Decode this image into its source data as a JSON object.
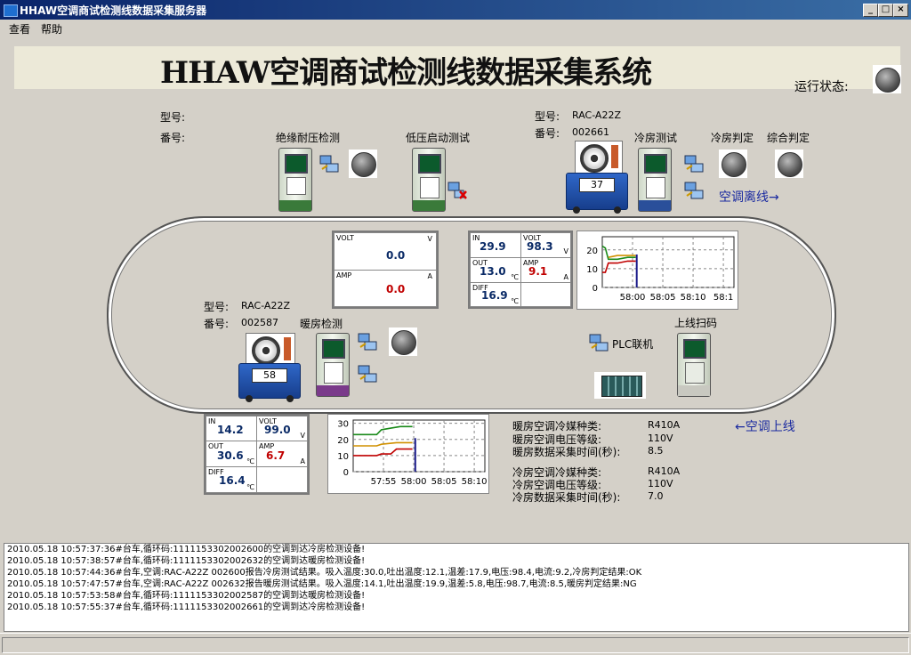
{
  "window": {
    "title": "HHAW空调商试检测线数据采集服务器"
  },
  "menu": [
    "查看",
    "帮助"
  ],
  "banner": {
    "title": "HHAW空调商试检测线数据采集系统",
    "run_status_label": "运行状态:"
  },
  "top_left": {
    "model_label": "型号:",
    "serial_label": "番号:"
  },
  "top_right": {
    "model_label": "型号:",
    "model": "RAC-A22Z",
    "serial_label": "番号:",
    "serial": "002661",
    "cart_number": "37"
  },
  "stations": {
    "insulation": "绝缘耐压检测",
    "low_voltage": "低压启动测试",
    "cooling": "冷房测试",
    "cooling_judge": "冷房判定",
    "overall_judge": "综合判定",
    "heating": "暖房检测",
    "scan": "上线扫码",
    "plc": "PLC联机"
  },
  "arrows": {
    "offline": "空调离线→",
    "online": "←空调上线"
  },
  "bottom_left": {
    "model_label": "型号:",
    "model": "RAC-A22Z",
    "serial_label": "番号:",
    "serial": "002587",
    "cart_number": "58"
  },
  "lowvolt_panel": {
    "volt_label": "VOLT",
    "volt_unit": "V",
    "volt": "0.0",
    "amp_label": "AMP",
    "amp_unit": "A",
    "amp": "0.0"
  },
  "cooling_panel": {
    "in_label": "IN",
    "in": "29.9",
    "volt_label": "VOLT",
    "volt": "98.3",
    "volt_unit": "V",
    "out_label": "OUT",
    "out": "13.0",
    "amp_label": "AMP",
    "amp": "9.1",
    "amp_unit": "A",
    "diff_label": "DIFF",
    "diff": "16.9",
    "temp_unit": "℃"
  },
  "heating_panel": {
    "in_label": "IN",
    "in": "14.2",
    "volt_label": "VOLT",
    "volt": "99.0",
    "volt_unit": "V",
    "out_label": "OUT",
    "out": "30.6",
    "amp_label": "AMP",
    "amp": "6.7",
    "amp_unit": "A",
    "diff_label": "DIFF",
    "diff": "16.4",
    "temp_unit": "℃"
  },
  "chart_data": [
    {
      "type": "line",
      "yticks": [
        "0",
        "10",
        "20"
      ],
      "ylim": [
        0,
        27
      ],
      "xticks": [
        "58:00",
        "58:05",
        "58:10",
        "58:1"
      ],
      "series": [
        {
          "color": "#1a8a1a",
          "points": [
            [
              0,
              22
            ],
            [
              0.3,
              21
            ],
            [
              0.6,
              15
            ],
            [
              1.5,
              15
            ],
            [
              2.5,
              16
            ],
            [
              3.3,
              16
            ]
          ]
        },
        {
          "color": "#c00000",
          "points": [
            [
              0,
              8
            ],
            [
              0.3,
              8
            ],
            [
              0.6,
              13
            ],
            [
              1.5,
              13
            ],
            [
              2.5,
              14
            ],
            [
              3.3,
              14
            ]
          ]
        },
        {
          "color": "#d09000",
          "points": [
            [
              0.6,
              16
            ],
            [
              1.5,
              17
            ],
            [
              2.5,
              17
            ],
            [
              3.3,
              17
            ]
          ]
        }
      ],
      "cursor_x": 3.4,
      "xmax": 13
    },
    {
      "type": "line",
      "yticks": [
        "0",
        "10",
        "20",
        "30"
      ],
      "ylim": [
        0,
        32
      ],
      "xticks": [
        "57:55",
        "58:00",
        "58:05",
        "58:10"
      ],
      "series": [
        {
          "color": "#1a8a1a",
          "points": [
            [
              0,
              23
            ],
            [
              2.5,
              23
            ],
            [
              3,
              26
            ],
            [
              4,
              27
            ],
            [
              5,
              28
            ],
            [
              6.3,
              28
            ]
          ]
        },
        {
          "color": "#c00000",
          "points": [
            [
              0,
              10
            ],
            [
              2.5,
              10
            ],
            [
              3,
              11
            ],
            [
              4,
              11
            ],
            [
              4.6,
              14
            ],
            [
              6.3,
              14
            ]
          ]
        },
        {
          "color": "#d09000",
          "points": [
            [
              0,
              16
            ],
            [
              2.5,
              16
            ],
            [
              3,
              17
            ],
            [
              4.6,
              18
            ],
            [
              6.3,
              18
            ]
          ]
        }
      ],
      "cursor_x": 6.6,
      "xmax": 14
    }
  ],
  "heating_info": {
    "refrigerant_label": "暖房空调冷媒种类:",
    "refrigerant": "R410A",
    "voltage_label": "暖房空调电压等级:",
    "voltage": "110V",
    "time_label": "暖房数据采集时间(秒):",
    "time": "8.5"
  },
  "cooling_info": {
    "refrigerant_label": "冷房空调冷媒种类:",
    "refrigerant": "R410A",
    "voltage_label": "冷房空调电压等级:",
    "voltage": "110V",
    "time_label": "冷房数据采集时间(秒):",
    "time": "7.0"
  },
  "log": [
    "2010.05.18 10:57:37:36#台车,循环码:1111153302002600的空调到达冷房检测设备!",
    "2010.05.18 10:57:38:57#台车,循环码:1111153302002632的空调到达暖房检测设备!",
    "2010.05.18 10:57:44:36#台车,空调:RAC-A22Z 002600报告冷房测试结果。吸入温度:30.0,吐出温度:12.1,温差:17.9,电压:98.4,电流:9.2,冷房判定结果:OK",
    "2010.05.18 10:57:47:57#台车,空调:RAC-A22Z 002632报告暖房测试结果。吸入温度:14.1,吐出温度:19.9,温差:5.8,电压:98.7,电流:8.5,暖房判定结果:NG",
    "2010.05.18 10:57:53:58#台车,循环码:1111153302002587的空调到达暖房检测设备!",
    "2010.05.18 10:57:55:37#台车,循环码:1111153302002661的空调到达冷房检测设备!"
  ]
}
